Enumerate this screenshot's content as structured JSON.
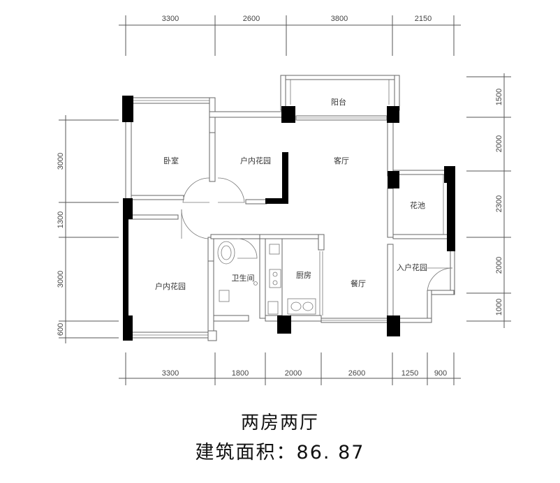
{
  "title": "两房两厅",
  "area_line": "建筑面积：86. 87",
  "dimensions": {
    "top": [
      "3300",
      "2600",
      "3800",
      "2150"
    ],
    "bottom": [
      "3300",
      "1800",
      "2000",
      "2600",
      "1250",
      "900"
    ],
    "left": [
      "3000",
      "1300",
      "3000",
      "600"
    ],
    "right": [
      "1500",
      "2000",
      "2300",
      "2000",
      "1000"
    ]
  },
  "rooms": {
    "bedroom": "卧室",
    "garden_upper": "户内花园",
    "living": "客厅",
    "balcony": "阳台",
    "planter": "花池",
    "entry_garden": "入户花园",
    "bathroom": "卫生间",
    "kitchen": "厨房",
    "dining": "餐厅",
    "garden_lower": "户内花园"
  }
}
